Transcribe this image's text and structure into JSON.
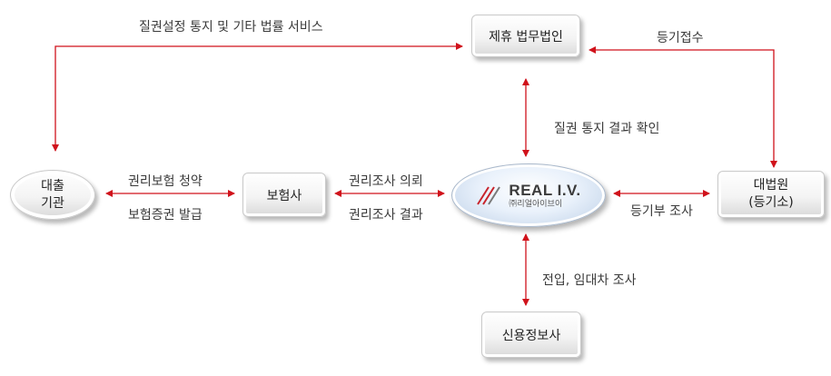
{
  "colors": {
    "arrow": "#d0121b",
    "node_text": "#222222",
    "label_text": "#3a3a3a"
  },
  "nodes": {
    "partner": {
      "label": "제휴 법무법인"
    },
    "lender": {
      "lines": [
        "대출",
        "기관"
      ]
    },
    "insurer": {
      "label": "보험사"
    },
    "center": {
      "logo_icon": "diagonal-stripes-icon",
      "name": "REAL I.V.",
      "sub": "㈜리얼아이브이"
    },
    "court": {
      "lines": [
        "대법원",
        "(등기소)"
      ]
    },
    "credit": {
      "label": "신용정보사"
    }
  },
  "edge_labels": {
    "top": "질권설정 통지 및 기타 법률 서비스",
    "registration": "등기접수",
    "confirm": "질권 통지 결과 확인",
    "apply": "권리보험 청약",
    "issue": "보험증권 발급",
    "request": "권리조사 의뢰",
    "result": "권리조사 결과",
    "registry": "등기부 조사",
    "tenant": "전입, 임대차 조사"
  }
}
